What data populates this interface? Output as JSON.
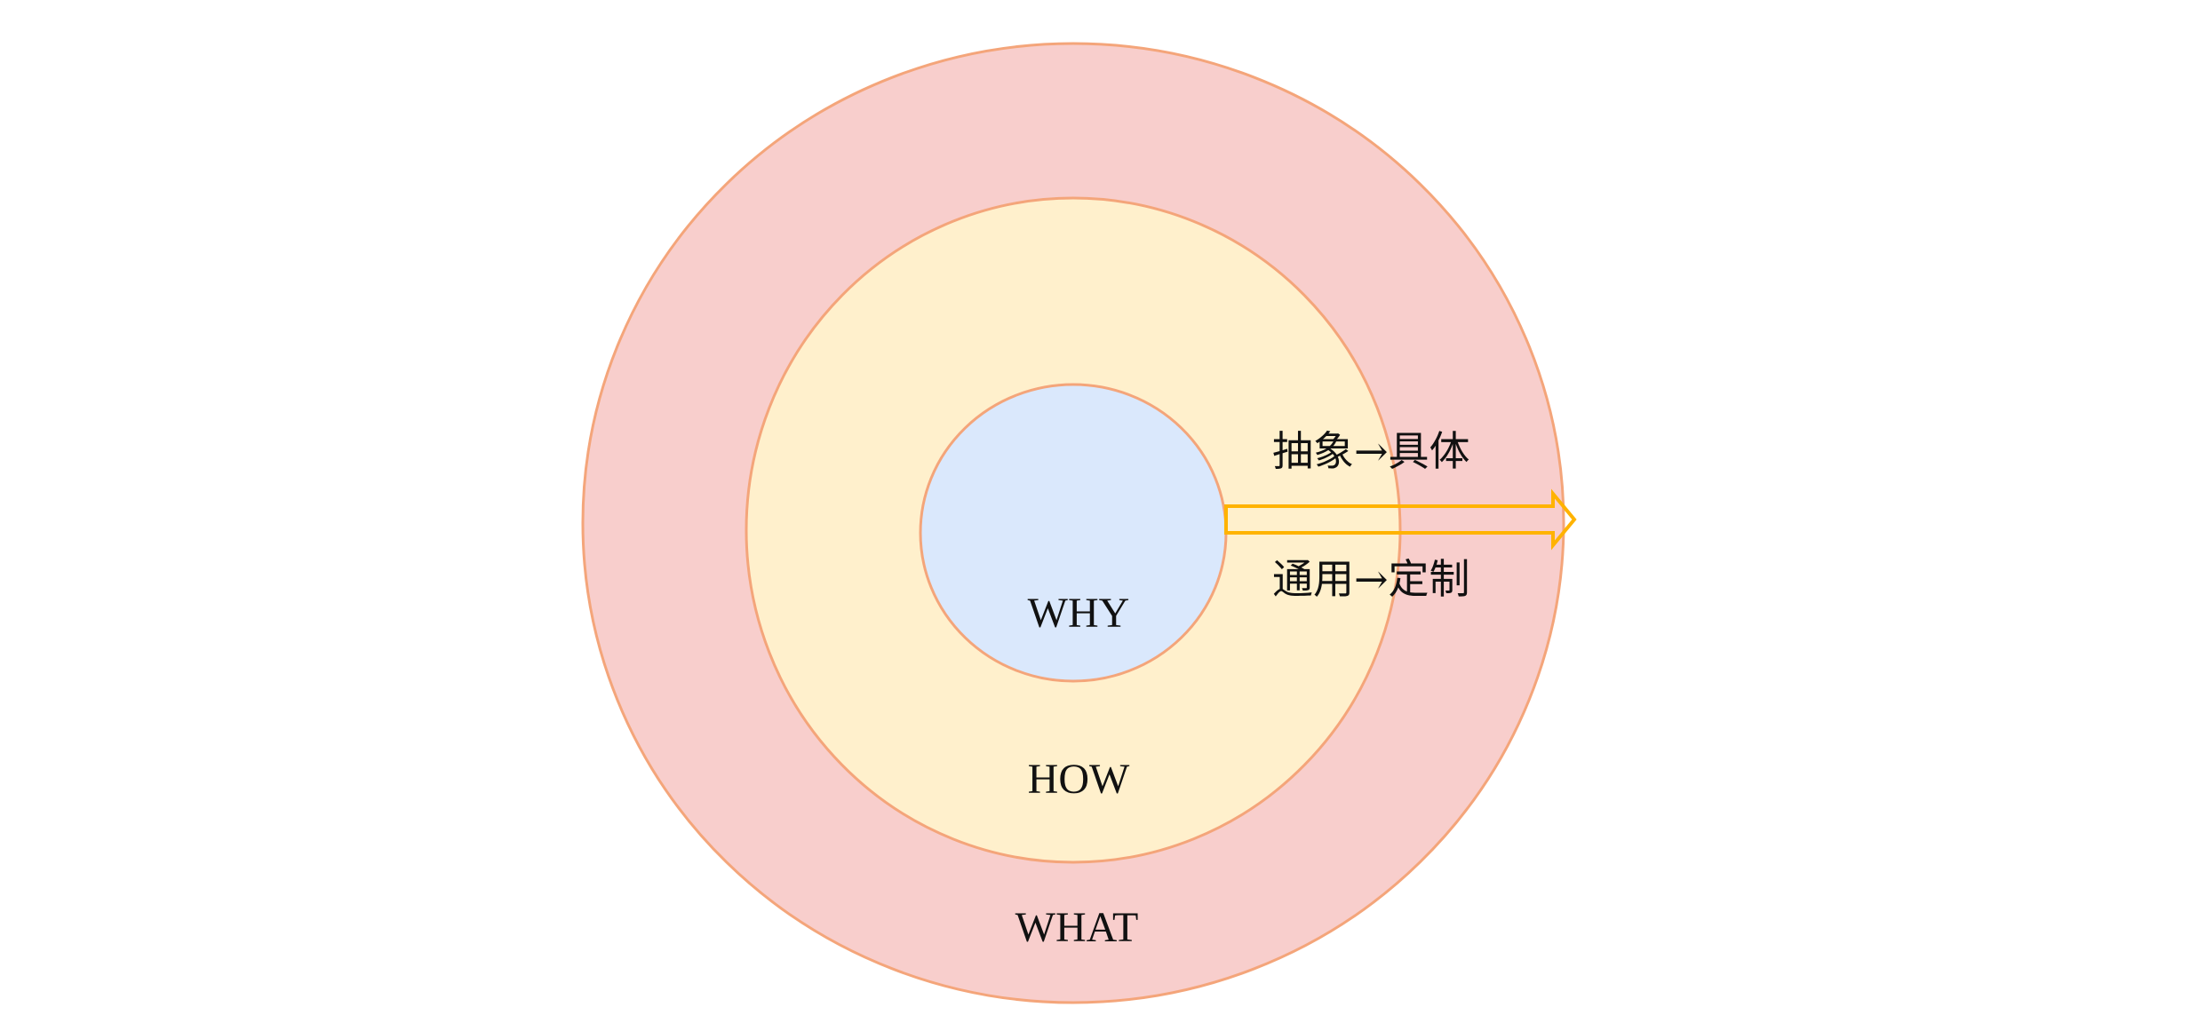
{
  "diagram": {
    "rings": {
      "outer": {
        "label": "WHAT",
        "fill": "#f8cecc",
        "stroke": "#f4a57a"
      },
      "middle": {
        "label": "HOW",
        "fill": "#fff0cc",
        "stroke": "#f4a57a"
      },
      "inner": {
        "label": "WHY",
        "fill": "#dae8fc",
        "stroke": "#f4a57a"
      }
    },
    "arrow": {
      "label_top": "抽象→具体",
      "label_bottom": "通用→定制",
      "stroke": "#ffb300"
    }
  }
}
